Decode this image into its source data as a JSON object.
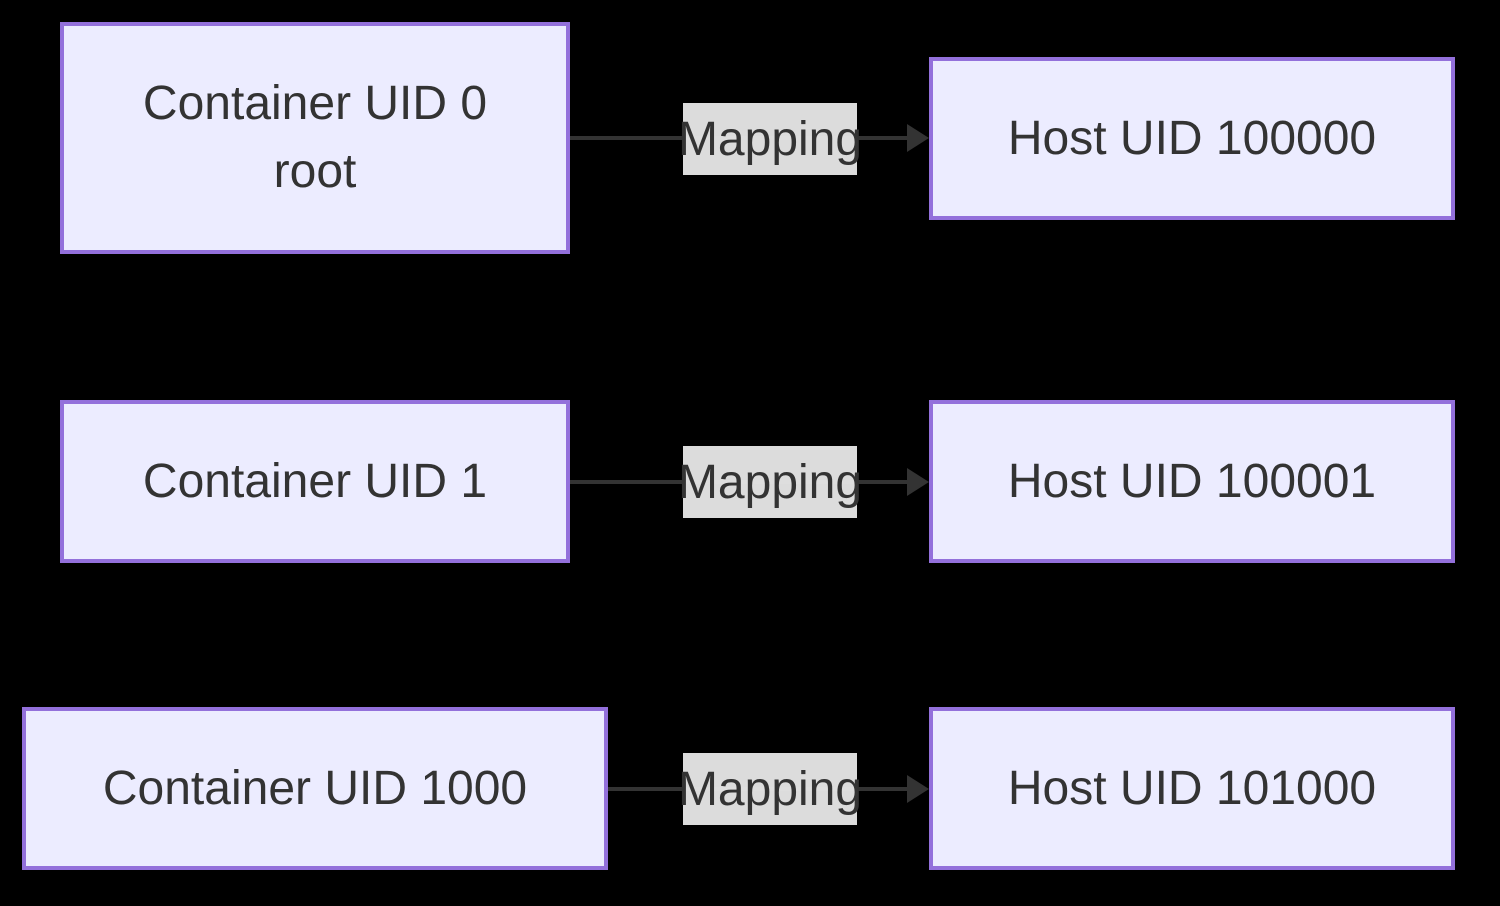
{
  "diagram": {
    "type": "flowchart-left-to-right",
    "description": "Container UID to Host UID mapping diagram",
    "background_color": "#000000",
    "node_fill_color": "#ECECFF",
    "node_border_color": "#9370DB",
    "node_text_color": "#333333",
    "edge_line_color": "#333333",
    "edge_label_bg_color": "#E8E8E8",
    "rows": [
      {
        "source_line1": "Container UID 0",
        "source_line2": "root",
        "label": "Mapping",
        "target": "Host UID 100000"
      },
      {
        "source_line1": "Container UID 1",
        "source_line2": "",
        "label": "Mapping",
        "target": "Host UID 100001"
      },
      {
        "source_line1": "Container UID 1000",
        "source_line2": "",
        "label": "Mapping",
        "target": "Host UID 101000"
      }
    ]
  }
}
